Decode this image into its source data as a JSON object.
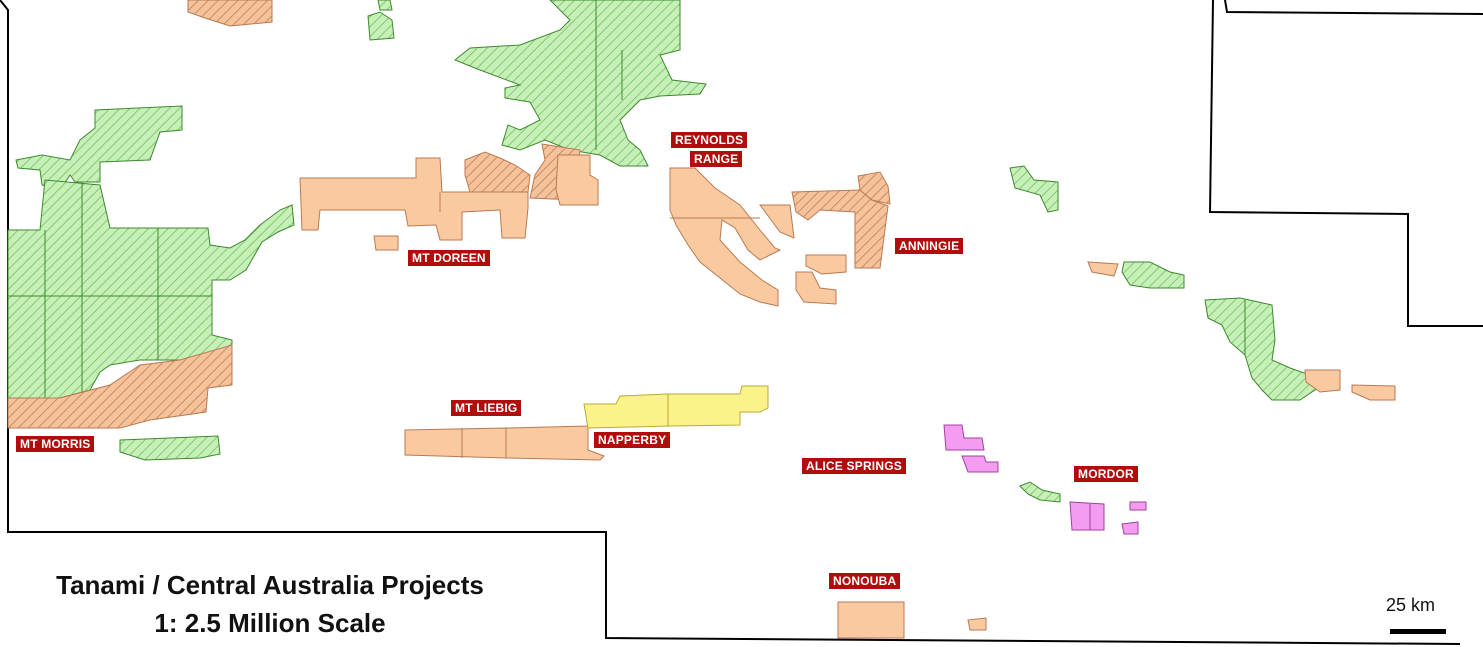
{
  "map": {
    "title_line1": "Tanami / Central Australia Projects",
    "title_line2": "1: 2.5 Million Scale",
    "scale_label": "25 km",
    "colors": {
      "green_hatch": "#c6f0b8",
      "tan_fill": "#f9c9a0",
      "tan_hatch": "#f2b98e",
      "yellow": "#fbf38a",
      "pink": "#f39cf0",
      "label_bg": "#b00d0d",
      "border": "#000000"
    },
    "labels": {
      "reynolds_line1": "REYNOLDS",
      "reynolds_line2": "RANGE",
      "mt_doreen": "MT DOREEN",
      "anningie": "ANNINGIE",
      "mt_liebig": "MT LIEBIG",
      "napperby": "NAPPERBY",
      "mt_morris": "MT MORRIS",
      "alice_springs": "ALICE SPRINGS",
      "mordor": "MORDOR",
      "nonouba": "NONOUBA"
    }
  }
}
